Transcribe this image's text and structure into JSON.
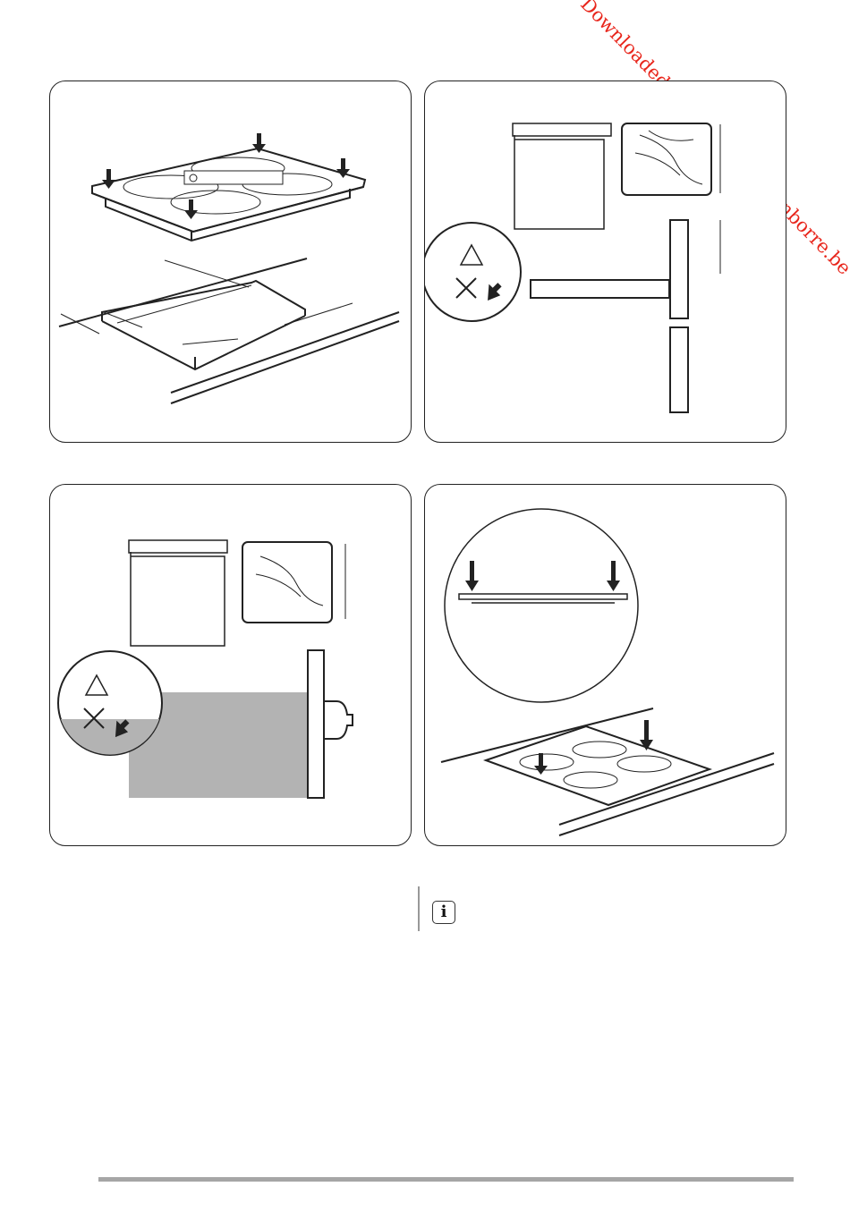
{
  "watermark": "Downloaded from www.vandenborre.be",
  "info_icon": {
    "glyph": "i",
    "name": "info-icon"
  },
  "colors": {
    "watermark": "#e8261c",
    "line": "#222222",
    "fill_gray": "#b3b3b3",
    "footer": "#a6a6a6"
  },
  "figures": [
    {
      "name": "hob-placement-figure"
    },
    {
      "name": "cabinet-clearance-figure"
    },
    {
      "name": "oven-clearance-figure"
    },
    {
      "name": "hob-press-figure"
    }
  ]
}
